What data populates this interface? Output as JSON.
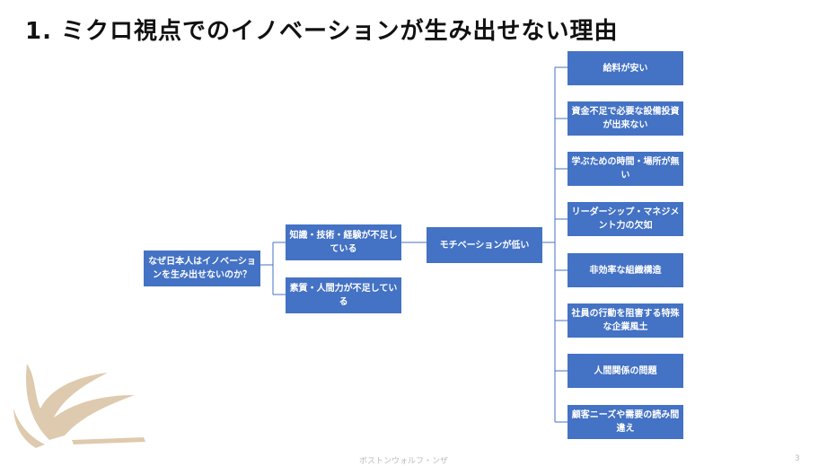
{
  "title": "1. ミクロ視点でのイノベーションが生み出せない理由",
  "root": {
    "label": "なぜ日本人はイノベーションを生み出せないのか？"
  },
  "level1": [
    {
      "label": "知識・技術・経験が不足している"
    },
    {
      "label": "素質・人間力が不足している"
    }
  ],
  "level2": {
    "label": "モチベーションが低い"
  },
  "level3": [
    {
      "label": "給料が安い"
    },
    {
      "label": "資金不足で必要な設備投資が出来ない"
    },
    {
      "label": "学ぶための時間・場所が無い"
    },
    {
      "label": "リーダーシップ・マネジメント力の欠如"
    },
    {
      "label": "非効率な組織構造"
    },
    {
      "label": "社員の行動を阻害する特殊な企業風土"
    },
    {
      "label": "人間関係の問題"
    },
    {
      "label": "顧客ニーズや需要の読み間違え"
    }
  ],
  "footer": "ボストンウォルフ・ンザ",
  "page_number": "3",
  "colors": {
    "box": "#4472c4",
    "connector": "#4472c4",
    "logo": "#c9a87a"
  }
}
